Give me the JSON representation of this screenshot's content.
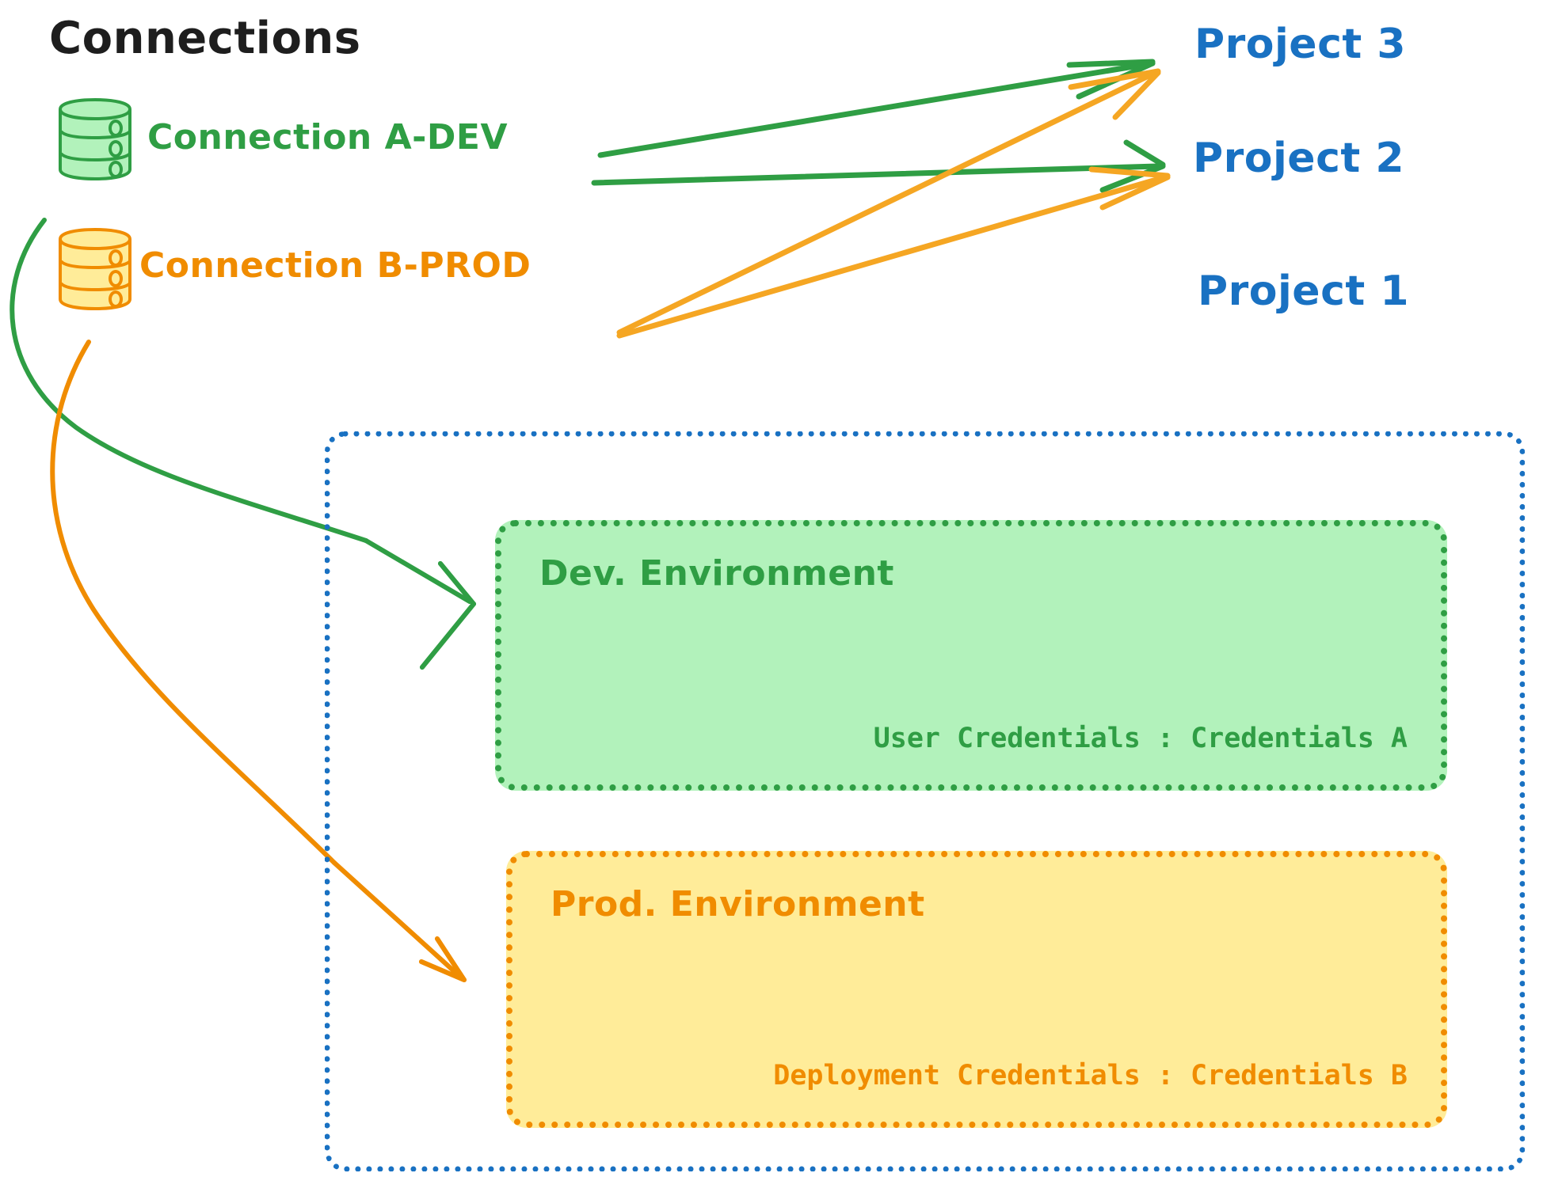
{
  "title": "Connections",
  "connections": [
    {
      "id": "connection-a",
      "label": "Connection A-DEV",
      "color": "#2f9e44",
      "fill": "#b2f2bb",
      "icon": "database-icon"
    },
    {
      "id": "connection-b",
      "label": "Connection B-PROD",
      "color": "#f08c00",
      "fill": "#ffec99",
      "icon": "database-icon"
    }
  ],
  "projects": [
    {
      "id": "project-3",
      "label": "Project 3",
      "color": "#1971c2"
    },
    {
      "id": "project-2",
      "label": "Project 2",
      "color": "#1971c2"
    },
    {
      "id": "project-1",
      "label": "Project 1",
      "color": "#1971c2"
    }
  ],
  "project1": {
    "border_color": "#1971c2",
    "environments": [
      {
        "id": "dev-environment",
        "title": "Dev. Environment",
        "credentials_label": "User Credentials",
        "credentials_separator": ":",
        "credentials_value": "Credentials A",
        "credentials_text": "User Credentials : Credentials A",
        "fill": "#b2f2bb",
        "stroke": "#2f9e44"
      },
      {
        "id": "prod-environment",
        "title": "Prod. Environment",
        "credentials_label": "Deployment Credentials",
        "credentials_separator": ":",
        "credentials_value": "Credentials B",
        "credentials_text": "Deployment Credentials : Credentials B",
        "fill": "#ffec99",
        "stroke": "#f08c00"
      }
    ]
  },
  "edges": [
    {
      "id": "edge-a-dev-to-project-3",
      "from": "Connection A-DEV",
      "to": "Project 3",
      "color": "#2f9e44"
    },
    {
      "id": "edge-a-dev-to-project-2",
      "from": "Connection A-DEV",
      "to": "Project 2",
      "color": "#2f9e44"
    },
    {
      "id": "edge-a-dev-to-dev-environment",
      "from": "Connection A-DEV",
      "to": "Dev. Environment",
      "color": "#2f9e44"
    },
    {
      "id": "edge-b-prod-to-project-3",
      "from": "Connection B-PROD",
      "to": "Project 3",
      "color": "#f5a623"
    },
    {
      "id": "edge-b-prod-to-project-2",
      "from": "Connection B-PROD",
      "to": "Project 2",
      "color": "#f5a623"
    },
    {
      "id": "edge-b-prod-to-prod-environment",
      "from": "Connection B-PROD",
      "to": "Prod. Environment",
      "color": "#f08c00"
    }
  ]
}
